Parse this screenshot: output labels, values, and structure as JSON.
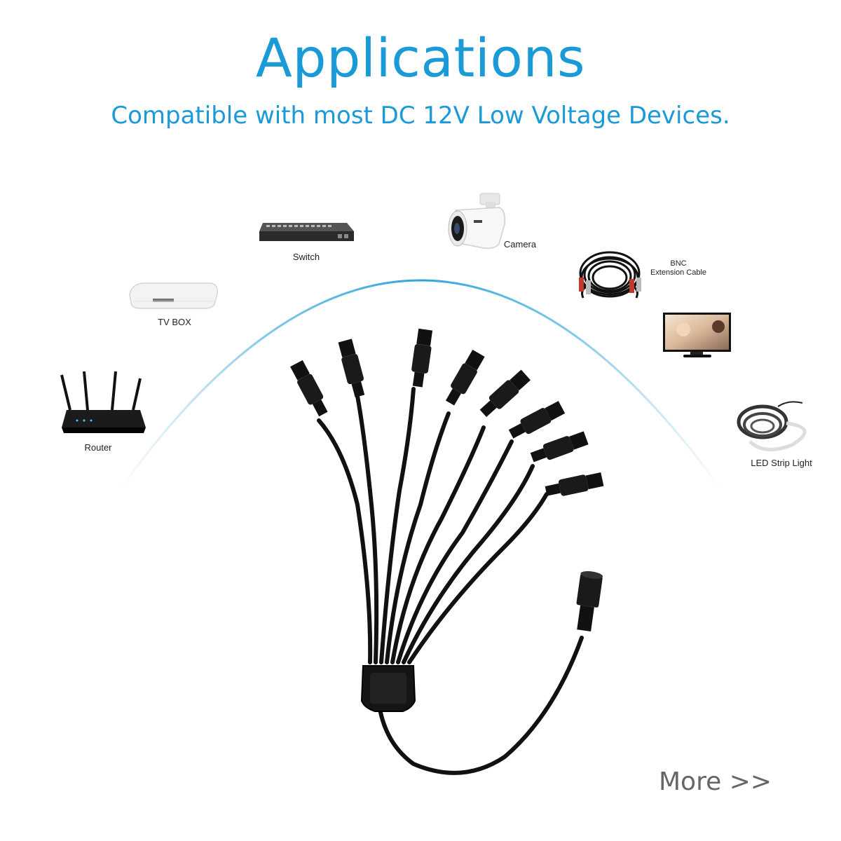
{
  "header": {
    "title": "Applications",
    "subtitle": "Compatible with most DC 12V  Low Voltage Devices."
  },
  "devices": [
    {
      "label": "Router",
      "icon": "router-icon"
    },
    {
      "label": "TV BOX",
      "icon": "tv-box-icon"
    },
    {
      "label": "Switch",
      "icon": "network-switch-icon"
    },
    {
      "label": "Camera",
      "icon": "security-camera-icon"
    },
    {
      "label_line1": "BNC",
      "label_line2": "Extension Cable",
      "icon": "bnc-cable-icon"
    },
    {
      "label": "",
      "icon": "monitor-icon"
    },
    {
      "label": "LED Strip Light",
      "icon": "led-strip-icon"
    }
  ],
  "more_link": "More >>",
  "colors": {
    "accent": "#1a9ad6",
    "cable": "#111111",
    "muted_text": "#666666"
  }
}
